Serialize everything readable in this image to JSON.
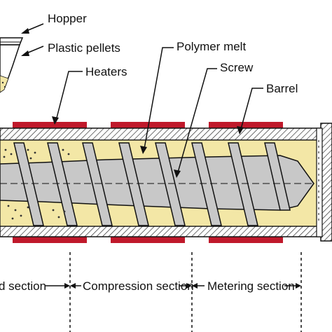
{
  "labels": {
    "hopper": "Hopper",
    "plastic_pellets": "Plastic pellets",
    "heaters": "Heaters",
    "polymer_melt": "Polymer melt",
    "screw": "Screw",
    "barrel": "Barrel"
  },
  "sections": {
    "feed": "d section",
    "compression": "Compression section",
    "metering": "Metering section"
  },
  "colors": {
    "heater": "#c0192b",
    "melt": "#f3e7a6",
    "screw": "#c8c8c8",
    "barrel_hatch": "#222222",
    "leader": "#111111"
  }
}
